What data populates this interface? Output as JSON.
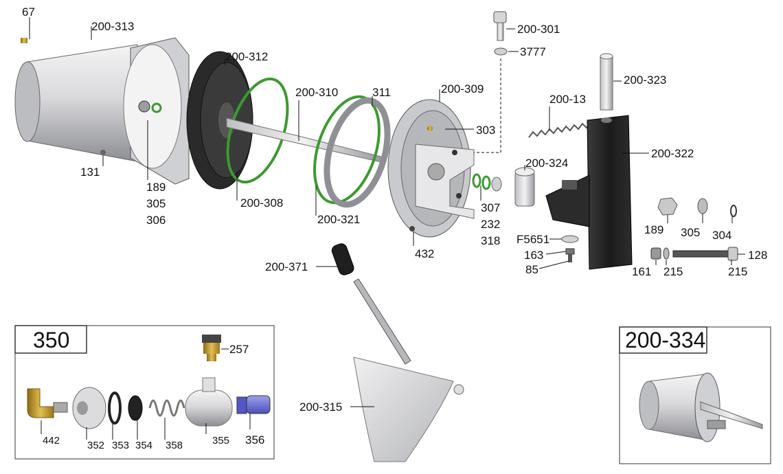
{
  "labels": {
    "l67": "67",
    "l200_313": "200-313",
    "l200_312": "200-312",
    "l200_310": "200-310",
    "l311": "311",
    "l200_309": "200-309",
    "l200_301": "200-301",
    "l3777": "3777",
    "l200_323": "200-323",
    "l200_13": "200-13",
    "l303": "303",
    "l200_322": "200-322",
    "l200_324": "200-324",
    "l131": "131",
    "l189a": "189",
    "l305a": "305",
    "l306": "306",
    "l200_308": "200-308",
    "l200_321": "200-321",
    "l307": "307",
    "l232": "232",
    "l318": "318",
    "l432": "432",
    "l189b": "189",
    "l305b": "305",
    "l304": "304",
    "lF5651": "F5651",
    "l163": "163",
    "l85": "85",
    "l161": "161",
    "l215a": "215",
    "l128": "128",
    "l215b": "215",
    "l200_371": "200-371",
    "l200_315": "200-315"
  },
  "inset_350": {
    "title": "350",
    "labels": {
      "l257": "257",
      "l442": "442",
      "l352": "352",
      "l353": "353",
      "l354": "354",
      "l358": "358",
      "l355": "355",
      "l356": "356"
    }
  },
  "inset_200_334": {
    "title": "200-334"
  },
  "colors": {
    "o_ring_green": "#3c9a2f",
    "steel_light": "#e4e4e6",
    "steel_dark": "#7b7c80",
    "housing_black": "#2a2a2a",
    "brass": "#c39a2e",
    "blue_fitting": "#6b6fd1"
  }
}
